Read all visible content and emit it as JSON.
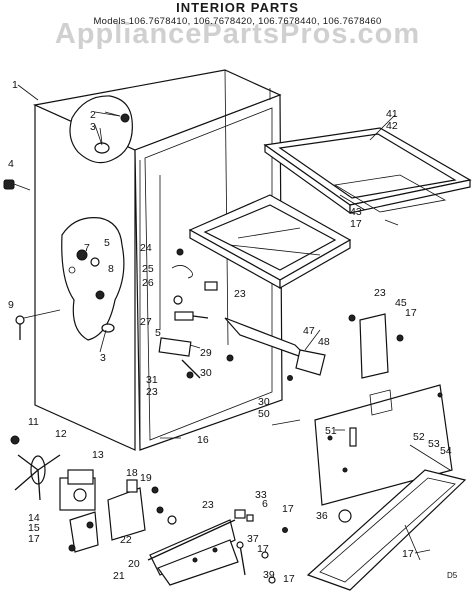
{
  "header": {
    "title": "INTERIOR PARTS",
    "models": "Models 106.7678410, 106.7678420, 106.7678440, 106.7678460"
  },
  "watermark": "AppliancePartsPros.com",
  "footer_code": "D5",
  "callouts": [
    "1",
    "2",
    "3",
    "4",
    "7",
    "5",
    "8",
    "9",
    "3",
    "24",
    "25",
    "26",
    "23",
    "27",
    "5",
    "29",
    "30",
    "31",
    "23",
    "41",
    "42",
    "43",
    "17",
    "47",
    "48",
    "23",
    "45",
    "17",
    "30",
    "50",
    "51",
    "16",
    "11",
    "12",
    "13",
    "18",
    "19",
    "23",
    "33",
    "6",
    "17",
    "36",
    "52",
    "53",
    "54",
    "14",
    "15",
    "17",
    "22",
    "20",
    "21",
    "37",
    "17",
    "39",
    "17",
    "17"
  ]
}
